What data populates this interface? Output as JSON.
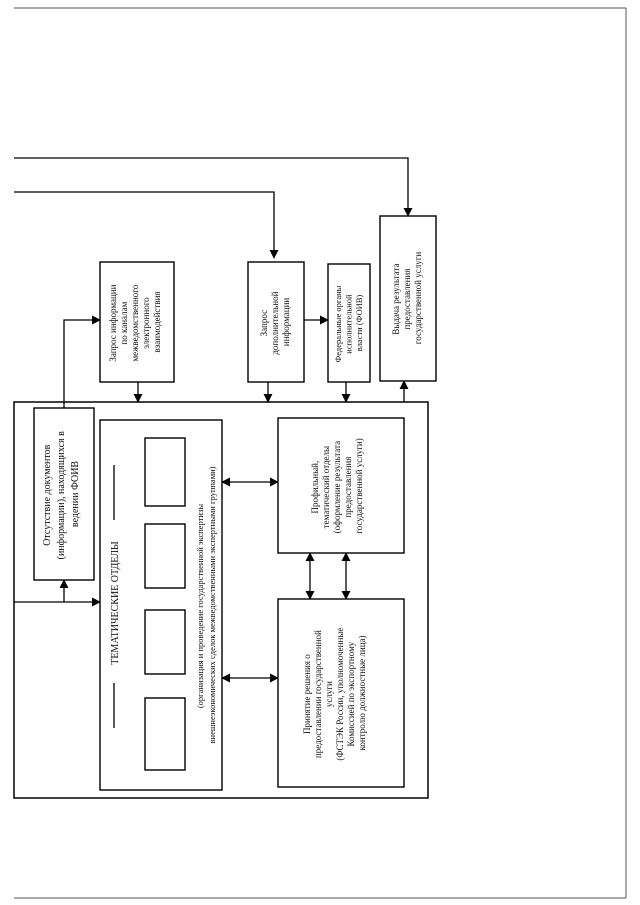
{
  "nodes": {
    "absence_docs": {
      "lines": [
        "Отсутствие документов",
        "(информации), находящихся в",
        "ведении ФОИВ"
      ]
    },
    "interagency_request": {
      "lines": [
        "Запрос информации",
        "по каналам",
        "межведомственного",
        "электронного",
        "взаимодействия"
      ]
    },
    "additional_request": {
      "lines": [
        "Запрос",
        "дополнительной",
        "информации"
      ]
    },
    "federal_bodies": {
      "lines": [
        "Федеральные органы",
        "исполнительной",
        "власти (ФОИВ)"
      ]
    },
    "issue_result": {
      "lines": [
        "Выдача результата",
        "предоставления",
        "государственной услуги"
      ]
    },
    "thematic_depts": {
      "title": "ТЕМАТИЧЕСКИЕ ОТДЕЛЫ",
      "lines": [
        "(организация и проведение государственной экспертизы",
        "внешнеэкономических сделок межведомственными экспертными группами)"
      ]
    },
    "profile_dept": {
      "lines": [
        "Профильный,",
        "тематический отделы",
        "(оформление результата",
        "предоставления",
        "государственной услуги)"
      ]
    },
    "decision": {
      "lines": [
        "Принятие решения о",
        "предоставлении государственной",
        "услуги",
        "",
        "(ФСТЭК России, уполномоченные",
        "Комиссией по экспортному",
        "контролю должностные лица)"
      ]
    }
  }
}
